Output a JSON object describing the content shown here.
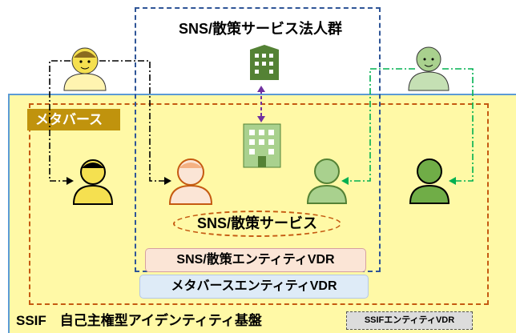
{
  "sns_corp_group": {
    "title": "SNS/散策サービス法人群"
  },
  "metaverse": {
    "label": "メタバース"
  },
  "sns_service": {
    "label": "SNS/散策サービス"
  },
  "vdr": {
    "sns": "SNS/散策エンティティVDR",
    "metaverse": "メタバースエンティティVDR",
    "ssif": "SSIFエンティティVDR"
  },
  "ssif": {
    "label": "SSIF　自己主権型アイデンティティ基盤"
  },
  "colors": {
    "ssif_bg": "#fff9a6",
    "yellow_person": "#f5e050",
    "green_person": "#a9d18e",
    "building_green": "#548235",
    "arrow_purple": "#7030a0",
    "arrow_green": "#00b050"
  },
  "icons": [
    "person-icon",
    "building-icon",
    "office-building-icon"
  ]
}
